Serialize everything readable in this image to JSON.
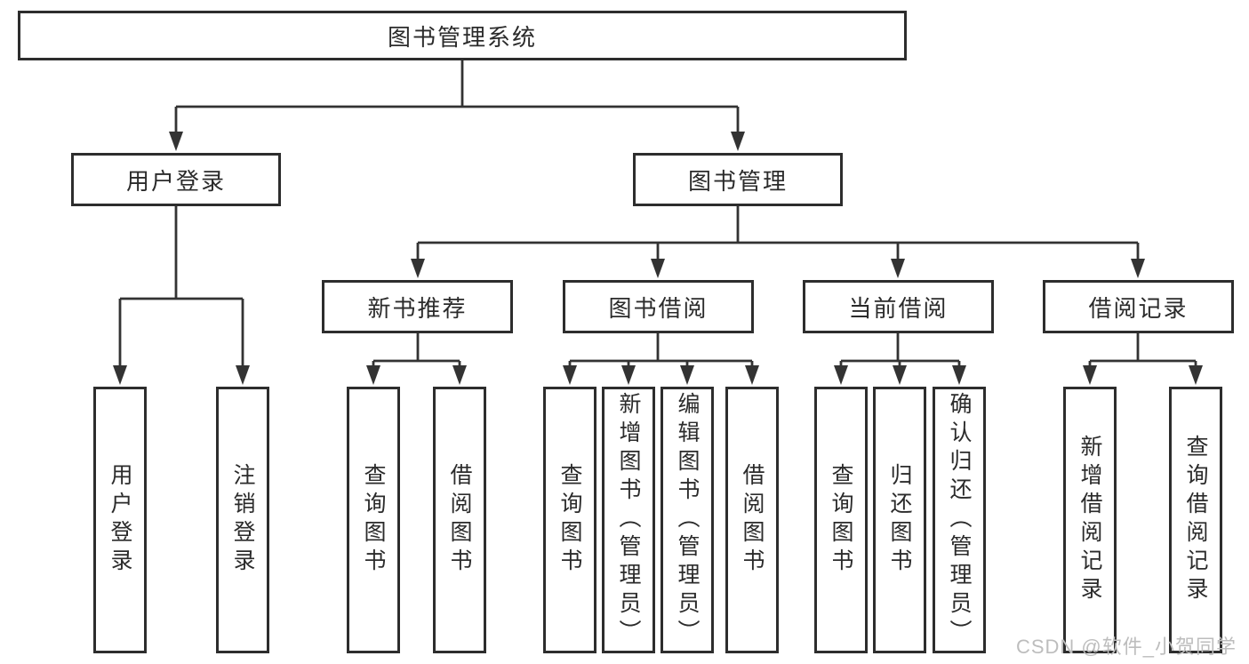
{
  "diagram": {
    "root": {
      "label": "图书管理系统"
    },
    "level2": [
      {
        "label": "用户登录"
      },
      {
        "label": "图书管理"
      }
    ],
    "level3": [
      {
        "label": "新书推荐"
      },
      {
        "label": "图书借阅"
      },
      {
        "label": "当前借阅"
      },
      {
        "label": "借阅记录"
      }
    ],
    "leaves": [
      {
        "label": "用户登录"
      },
      {
        "label": "注销登录"
      },
      {
        "label": "查询图书"
      },
      {
        "label": "借阅图书"
      },
      {
        "label": "查询图书"
      },
      {
        "label": "新增图书（管理员）"
      },
      {
        "label": "编辑图书（管理员）"
      },
      {
        "label": "借阅图书"
      },
      {
        "label": "查询图书"
      },
      {
        "label": "归还图书"
      },
      {
        "label": "确认归还（管理员）"
      },
      {
        "label": "新增借阅记录"
      },
      {
        "label": "查询借阅记录"
      }
    ],
    "watermark": "CSDN @软件_小贺同学",
    "colors": {
      "line": "#333333",
      "box_border": "#2d2d2d",
      "box_fill": "#ffffff",
      "text": "#2b2b2b",
      "watermark": "#bdbdbd"
    }
  }
}
